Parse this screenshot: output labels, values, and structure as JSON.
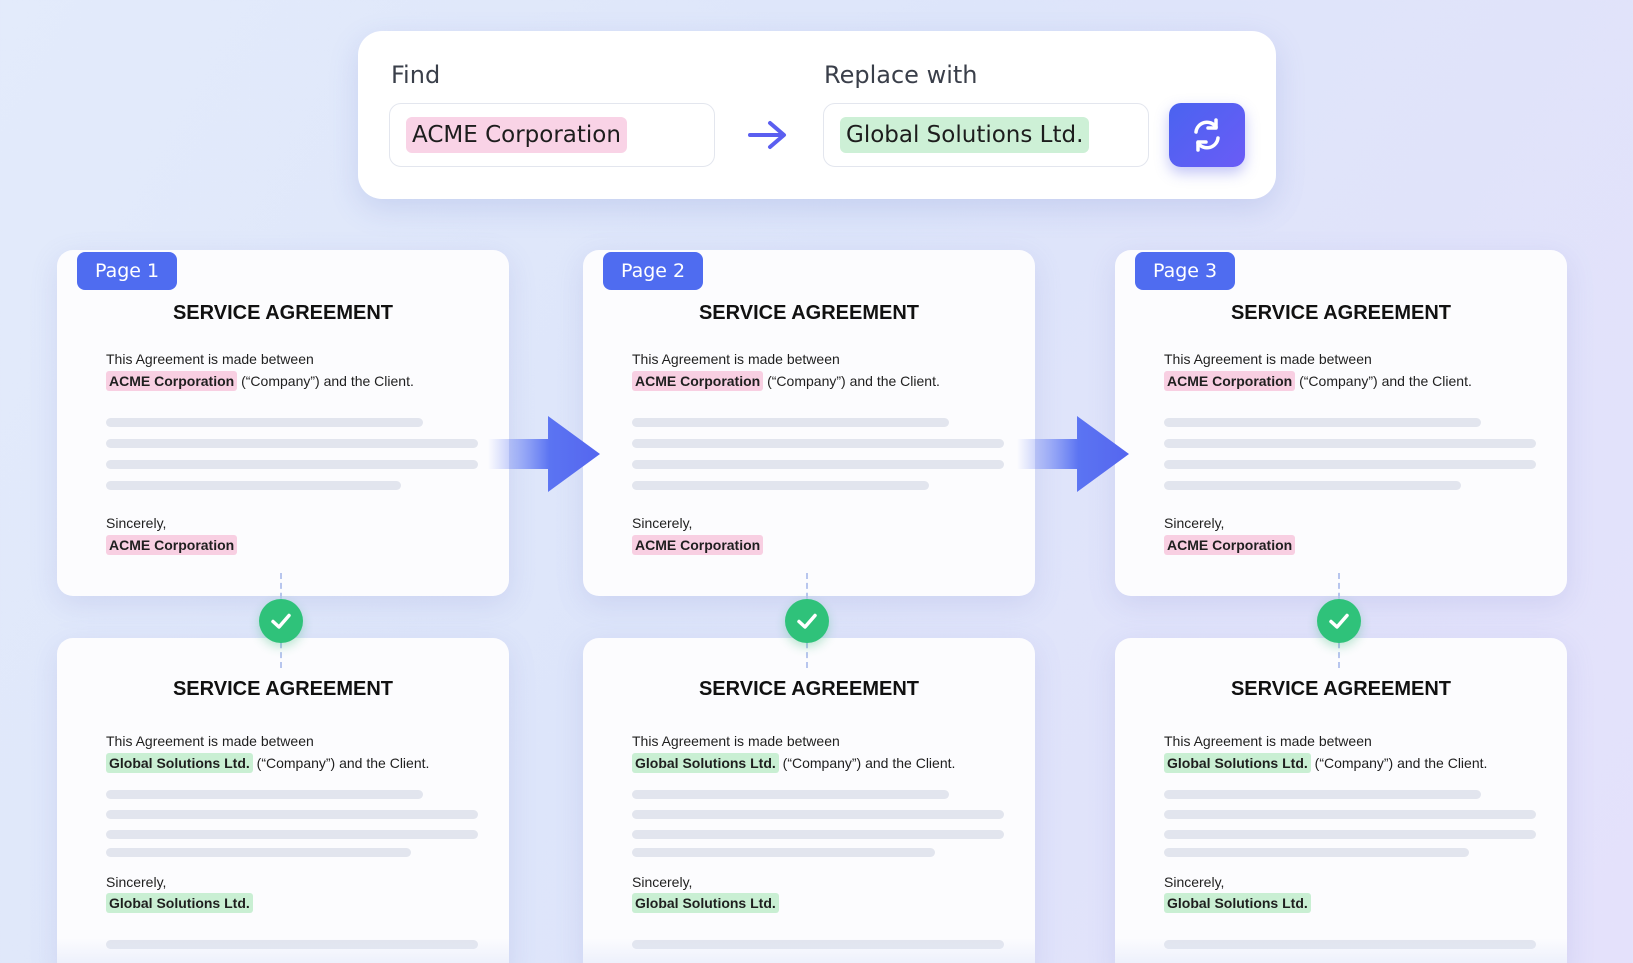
{
  "find_replace": {
    "find_label": "Find",
    "find_value": "ACME Corporation",
    "replace_label": "Replace with",
    "replace_value": "Global Solutions Ltd.",
    "arrow_icon": "arrow-right-icon",
    "button_icon": "refresh-icon"
  },
  "colors": {
    "accent": "#4f6cf0",
    "find_highlight": "#f9d3e6",
    "replace_highlight": "#cdf0d6",
    "check": "#2fc27a"
  },
  "pages": [
    {
      "badge": "Page 1",
      "before": {
        "title": "SERVICE AGREEMENT",
        "intro": "This Agreement is made between",
        "party": "ACME Corporation",
        "rest": "(“Company”) and the Client.",
        "closing": "Sincerely,",
        "signature": "ACME Corporation"
      },
      "after": {
        "title": "SERVICE AGREEMENT",
        "intro": "This Agreement is made between",
        "party": "Global Solutions Ltd.",
        "rest": "(“Company”) and the Client.",
        "closing": "Sincerely,",
        "signature": "Global Solutions Ltd."
      }
    },
    {
      "badge": "Page 2",
      "before": {
        "title": "SERVICE AGREEMENT",
        "intro": "This Agreement is made between",
        "party": "ACME Corporation",
        "rest": "(“Company”) and the Client.",
        "closing": "Sincerely,",
        "signature": "ACME Corporation"
      },
      "after": {
        "title": "SERVICE AGREEMENT",
        "intro": "This Agreement is made between",
        "party": "Global Solutions Ltd.",
        "rest": "(“Company”) and the Client.",
        "closing": "Sincerely,",
        "signature": "Global Solutions Ltd."
      }
    },
    {
      "badge": "Page 3",
      "before": {
        "title": "SERVICE AGREEMENT",
        "intro": "This Agreement is made between",
        "party": "ACME Corporation",
        "rest": "(“Company”) and the Client.",
        "closing": "Sincerely,",
        "signature": "ACME Corporation"
      },
      "after": {
        "title": "SERVICE AGREEMENT",
        "intro": "This Agreement is made between",
        "party": "Global Solutions Ltd.",
        "rest": "(“Company”) and the Client.",
        "closing": "Sincerely,",
        "signature": "Global Solutions Ltd."
      }
    }
  ]
}
